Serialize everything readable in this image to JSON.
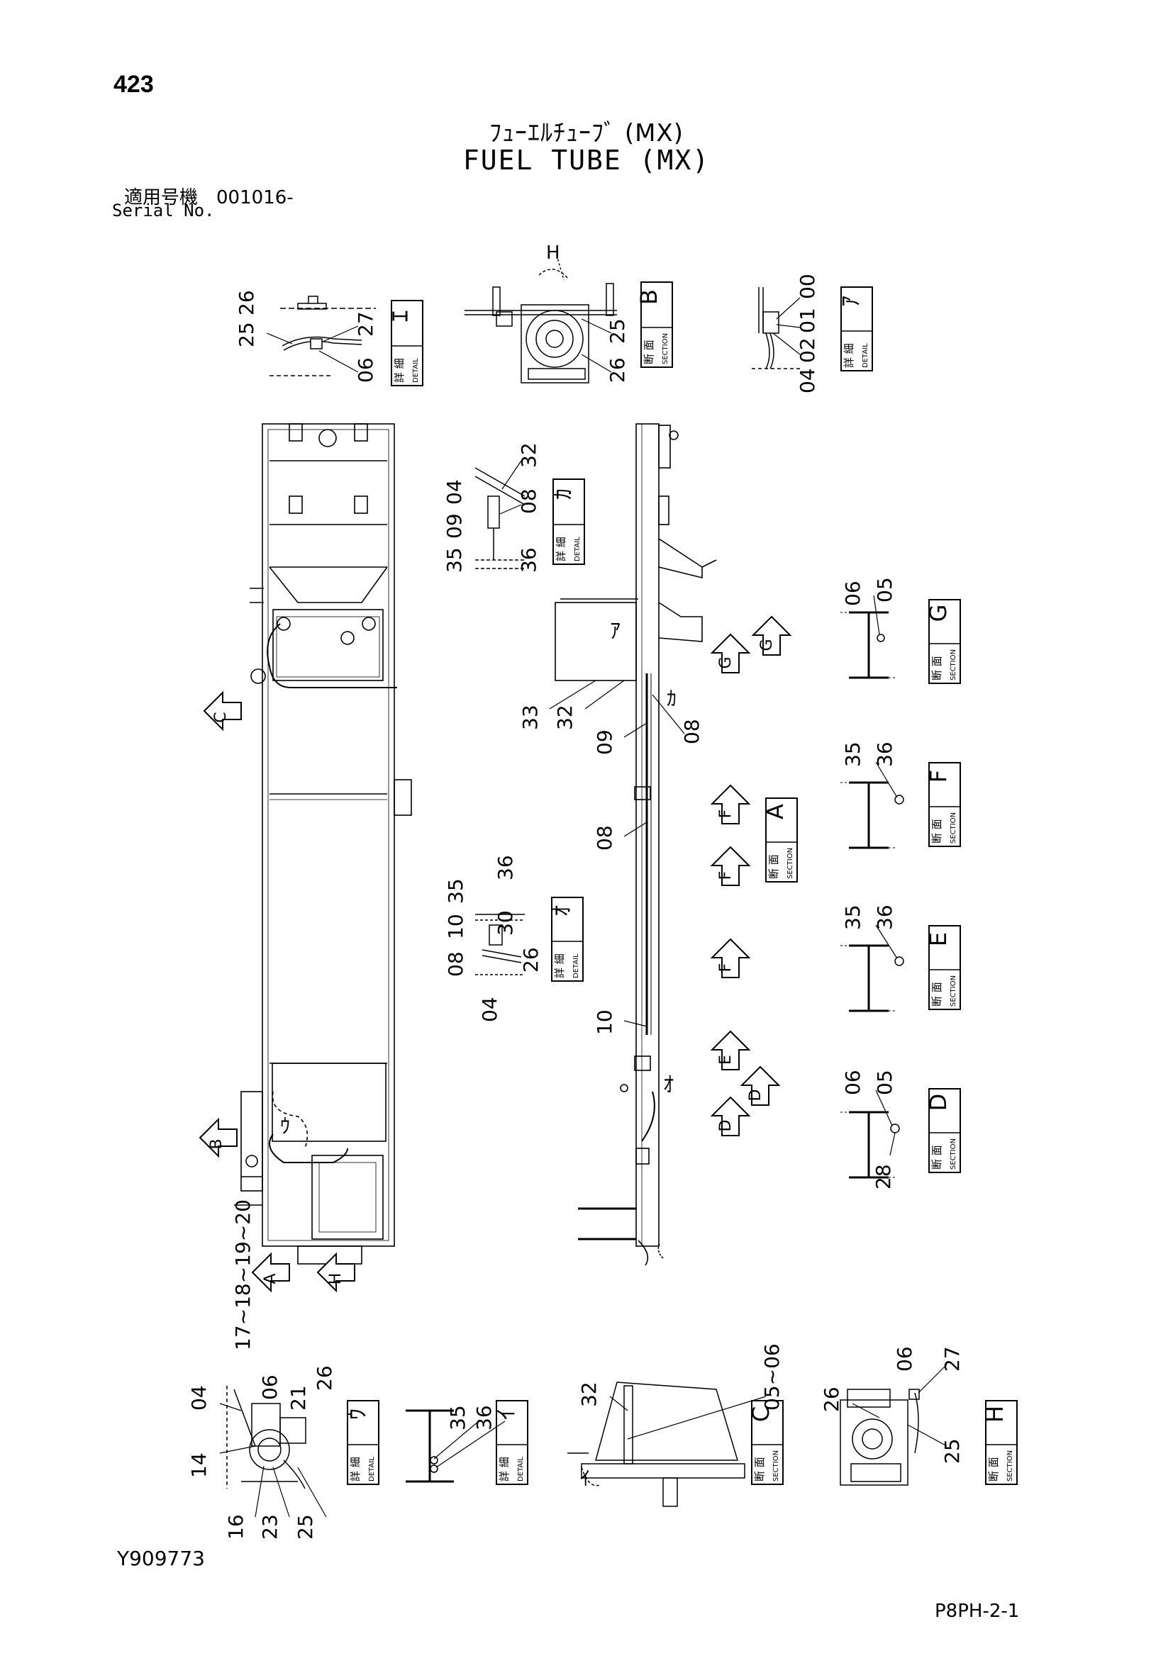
{
  "header": {
    "page_number": "423",
    "title_jp": "ﾌｭｰｴﾙﾁｭｰﾌﾞ (MX)",
    "title_en": "FUEL TUBE (MX)",
    "serial_label_jp": "適用号機　001016-",
    "serial_label_en": "Serial No."
  },
  "footer": {
    "doc_id": "Y909773",
    "page_ref": "P8PH-2-1"
  },
  "boxes": {
    "detail_jp": "詳 細",
    "detail_en": "DETAIL",
    "section_jp": "断 面",
    "section_en": "SECTION",
    "H_kana": "ｴ",
    "B": "B",
    "a_kana": "ｱ",
    "ka_kana": "ｶ",
    "G": "G",
    "F": "F",
    "A": "A",
    "o_kana": "ｵ",
    "E": "E",
    "D": "D",
    "u_kana": "ｳ",
    "i_kana": "ｲ",
    "C": "C",
    "H": "H"
  },
  "arrows": {
    "C": "C",
    "B": "B",
    "A": "A",
    "H": "H",
    "G": "G",
    "F": "F",
    "E": "E",
    "D": "D"
  },
  "callouts": {
    "n00": "00",
    "n01": "01",
    "n02": "02",
    "n04": "04",
    "n05": "05",
    "n06": "06",
    "n08": "08",
    "n09": "09",
    "n10": "10",
    "n14": "14",
    "n16": "16",
    "n17": "17",
    "n18": "18",
    "n19": "19",
    "n20": "20",
    "n21": "21",
    "n23": "23",
    "n25": "25",
    "n26": "26",
    "n27": "27",
    "n28": "28",
    "n30": "30",
    "n32": "32",
    "n33": "33",
    "n35": "35",
    "n36": "36",
    "range_05_06": "05~06",
    "range_17_20": "17~18~19~20",
    "H_letter": "H",
    "a_kana": "ｱ",
    "ka_kana": "ｶ",
    "o_kana": "ｵ",
    "u_kana": "ｳ",
    "i_kana": "ｲ"
  }
}
